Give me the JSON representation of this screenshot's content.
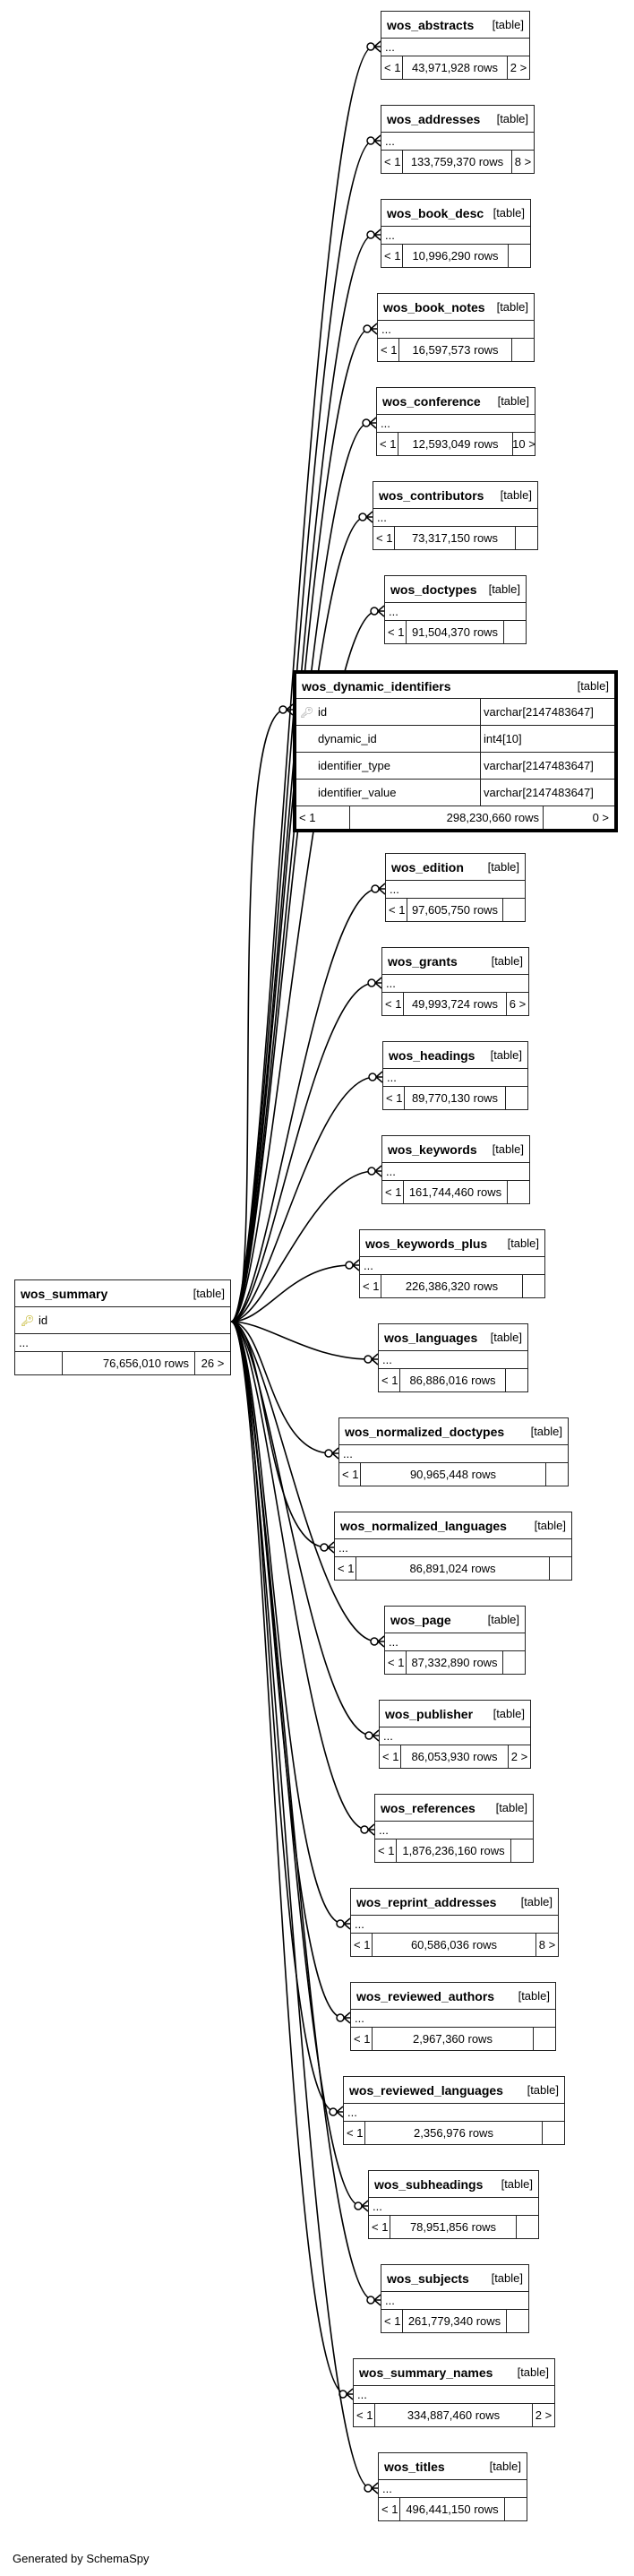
{
  "generated_by": "Generated by SchemaSpy",
  "colors": {
    "line": "#000000",
    "border": "#222222",
    "key_icon": "#b7a600"
  },
  "summary": {
    "name": "wos_summary",
    "type": "[table]",
    "column": "id",
    "ellipsis": "...",
    "rows": "76,656,010 rows",
    "children": "26 >",
    "key_icon": "primary-key-icon"
  },
  "dynamic": {
    "name": "wos_dynamic_identifiers",
    "type": "[table]",
    "columns": [
      {
        "name": "id",
        "type": "varchar[2147483647]"
      },
      {
        "name": "dynamic_id",
        "type": "int4[10]"
      },
      {
        "name": "identifier_type",
        "type": "varchar[2147483647]"
      },
      {
        "name": "identifier_value",
        "type": "varchar[2147483647]"
      }
    ],
    "parents": "< 1",
    "rows": "298,230,660 rows",
    "children": "0 >",
    "key_icon": "foreign-key-icon"
  },
  "tables": [
    {
      "name": "wos_abstracts",
      "type": "[table]",
      "ellipsis": "...",
      "parents": "< 1",
      "rows": "43,971,928 rows",
      "children": "2 >"
    },
    {
      "name": "wos_addresses",
      "type": "[table]",
      "ellipsis": "...",
      "parents": "< 1",
      "rows": "133,759,370 rows",
      "children": "8 >"
    },
    {
      "name": "wos_book_desc",
      "type": "[table]",
      "ellipsis": "...",
      "parents": "< 1",
      "rows": "10,996,290 rows",
      "children": ""
    },
    {
      "name": "wos_book_notes",
      "type": "[table]",
      "ellipsis": "...",
      "parents": "< 1",
      "rows": "16,597,573 rows",
      "children": ""
    },
    {
      "name": "wos_conference",
      "type": "[table]",
      "ellipsis": "...",
      "parents": "< 1",
      "rows": "12,593,049 rows",
      "children": "10 >"
    },
    {
      "name": "wos_contributors",
      "type": "[table]",
      "ellipsis": "...",
      "parents": "< 1",
      "rows": "73,317,150 rows",
      "children": ""
    },
    {
      "name": "wos_doctypes",
      "type": "[table]",
      "ellipsis": "...",
      "parents": "< 1",
      "rows": "91,504,370 rows",
      "children": ""
    },
    {
      "name": "wos_edition",
      "type": "[table]",
      "ellipsis": "...",
      "parents": "< 1",
      "rows": "97,605,750 rows",
      "children": ""
    },
    {
      "name": "wos_grants",
      "type": "[table]",
      "ellipsis": "...",
      "parents": "< 1",
      "rows": "49,993,724 rows",
      "children": "6 >"
    },
    {
      "name": "wos_headings",
      "type": "[table]",
      "ellipsis": "...",
      "parents": "< 1",
      "rows": "89,770,130 rows",
      "children": ""
    },
    {
      "name": "wos_keywords",
      "type": "[table]",
      "ellipsis": "...",
      "parents": "< 1",
      "rows": "161,744,460 rows",
      "children": ""
    },
    {
      "name": "wos_keywords_plus",
      "type": "[table]",
      "ellipsis": "...",
      "parents": "< 1",
      "rows": "226,386,320 rows",
      "children": ""
    },
    {
      "name": "wos_languages",
      "type": "[table]",
      "ellipsis": "...",
      "parents": "< 1",
      "rows": "86,886,016 rows",
      "children": ""
    },
    {
      "name": "wos_normalized_doctypes",
      "type": "[table]",
      "ellipsis": "...",
      "parents": "< 1",
      "rows": "90,965,448 rows",
      "children": ""
    },
    {
      "name": "wos_normalized_languages",
      "type": "[table]",
      "ellipsis": "...",
      "parents": "< 1",
      "rows": "86,891,024 rows",
      "children": ""
    },
    {
      "name": "wos_page",
      "type": "[table]",
      "ellipsis": "...",
      "parents": "< 1",
      "rows": "87,332,890 rows",
      "children": ""
    },
    {
      "name": "wos_publisher",
      "type": "[table]",
      "ellipsis": "...",
      "parents": "< 1",
      "rows": "86,053,930 rows",
      "children": "2 >"
    },
    {
      "name": "wos_references",
      "type": "[table]",
      "ellipsis": "...",
      "parents": "< 1",
      "rows": "1,876,236,160 rows",
      "children": ""
    },
    {
      "name": "wos_reprint_addresses",
      "type": "[table]",
      "ellipsis": "...",
      "parents": "< 1",
      "rows": "60,586,036 rows",
      "children": "8 >"
    },
    {
      "name": "wos_reviewed_authors",
      "type": "[table]",
      "ellipsis": "...",
      "parents": "< 1",
      "rows": "2,967,360 rows",
      "children": ""
    },
    {
      "name": "wos_reviewed_languages",
      "type": "[table]",
      "ellipsis": "...",
      "parents": "< 1",
      "rows": "2,356,976 rows",
      "children": ""
    },
    {
      "name": "wos_subheadings",
      "type": "[table]",
      "ellipsis": "...",
      "parents": "< 1",
      "rows": "78,951,856 rows",
      "children": ""
    },
    {
      "name": "wos_subjects",
      "type": "[table]",
      "ellipsis": "...",
      "parents": "< 1",
      "rows": "261,779,340 rows",
      "children": ""
    },
    {
      "name": "wos_summary_names",
      "type": "[table]",
      "ellipsis": "...",
      "parents": "< 1",
      "rows": "334,887,460 rows",
      "children": "2 >"
    },
    {
      "name": "wos_titles",
      "type": "[table]",
      "ellipsis": "...",
      "parents": "< 1",
      "rows": "496,441,150 rows",
      "children": ""
    }
  ]
}
